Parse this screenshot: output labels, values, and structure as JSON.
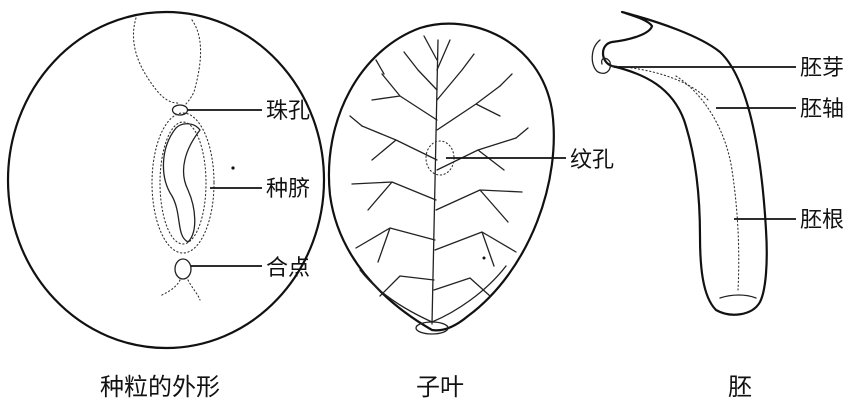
{
  "seed_exterior": {
    "caption": "种粒的外形",
    "labels": {
      "micropyle": "珠孔",
      "hilum": "种脐",
      "chalaza": "合点"
    }
  },
  "cotyledon": {
    "caption": "子叶",
    "labels": {
      "pit": "纹孔"
    }
  },
  "embryo": {
    "caption": "胚",
    "labels": {
      "plumule": "胚芽",
      "hypocotyl": "胚轴",
      "radicle": "胚根"
    }
  },
  "colors": {
    "ink": "#111111",
    "background": "#ffffff"
  }
}
